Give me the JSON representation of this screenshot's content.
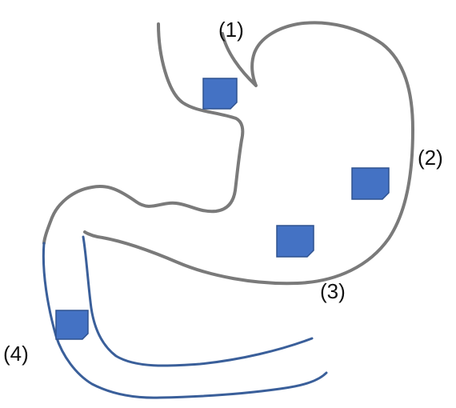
{
  "colors": {
    "stomach_outline": "#7a7a7a",
    "duodenum_outline": "#3a5f9a",
    "marker_fill": "#4472c4",
    "marker_stroke": "#2f528f"
  },
  "site_labels": {
    "one": "(1)",
    "two": "(2)",
    "three": "(3)",
    "four": "(4)"
  }
}
